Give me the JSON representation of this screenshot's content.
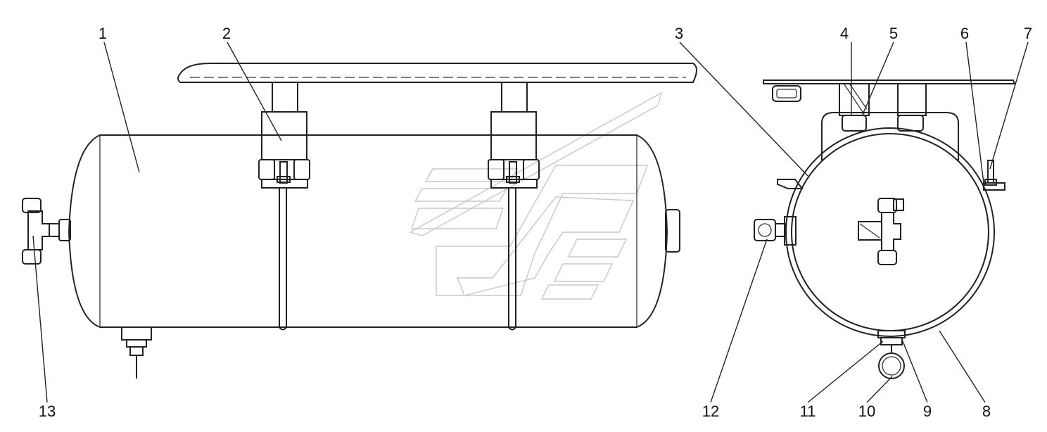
{
  "callouts": [
    {
      "id": "1",
      "label": "1"
    },
    {
      "id": "2",
      "label": "2"
    },
    {
      "id": "3",
      "label": "3"
    },
    {
      "id": "4",
      "label": "4"
    },
    {
      "id": "5",
      "label": "5"
    },
    {
      "id": "6",
      "label": "6"
    },
    {
      "id": "7",
      "label": "7"
    },
    {
      "id": "8",
      "label": "8"
    },
    {
      "id": "9",
      "label": "9"
    },
    {
      "id": "10",
      "label": "10"
    },
    {
      "id": "11",
      "label": "11"
    },
    {
      "id": "12",
      "label": "12"
    },
    {
      "id": "13",
      "label": "13"
    }
  ],
  "colors": {
    "line": "#222222",
    "watermark": "#c8c8c8",
    "background": "#ffffff"
  }
}
